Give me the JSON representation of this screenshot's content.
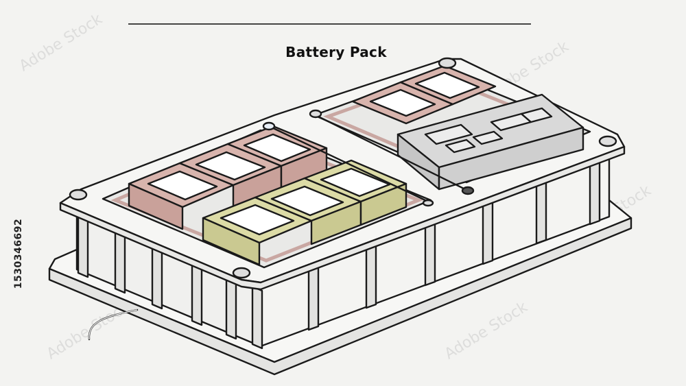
{
  "title": "Battery Pack",
  "stock_id": "1530346692",
  "watermark": "Adobe Stock",
  "colors": {
    "background": "#f3f3f1",
    "cell_red": "#d8b4ad",
    "cell_yellow": "#dcdba6",
    "case_light": "#f7f7f5",
    "case_gray": "#d9d9d9",
    "outline": "#1a1a1a"
  },
  "icons": {
    "wire": "cable",
    "bolt": "screw"
  }
}
